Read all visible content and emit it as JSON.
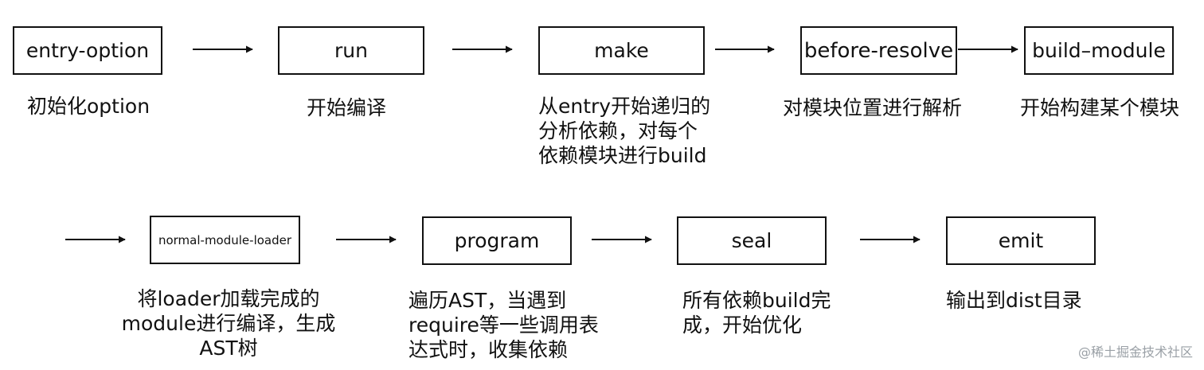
{
  "steps": [
    {
      "label": "entry-option",
      "caption": "初始化option"
    },
    {
      "label": "run",
      "caption": "开始编译"
    },
    {
      "label": "make",
      "caption": "从entry开始递归的\n分析依赖，对每个\n依赖模块进行build"
    },
    {
      "label": "before-resolve",
      "caption": "对模块位置进行解析"
    },
    {
      "label": "build–module",
      "caption": "开始构建某个模块"
    },
    {
      "label": "normal-module-loader",
      "caption": "将loader加载完成的\nmodule进行编译，生成\nAST树"
    },
    {
      "label": "program",
      "caption": "遍历AST，当遇到\nrequire等一些调用表\n达式时，收集依赖"
    },
    {
      "label": "seal",
      "caption": "所有依赖build完\n成，开始优化"
    },
    {
      "label": "emit",
      "caption": "输出到dist目录"
    }
  ],
  "watermark": "@稀土掘金技术社区",
  "colors": {
    "stroke": "#111111",
    "watermark": "#9aa0a6"
  }
}
